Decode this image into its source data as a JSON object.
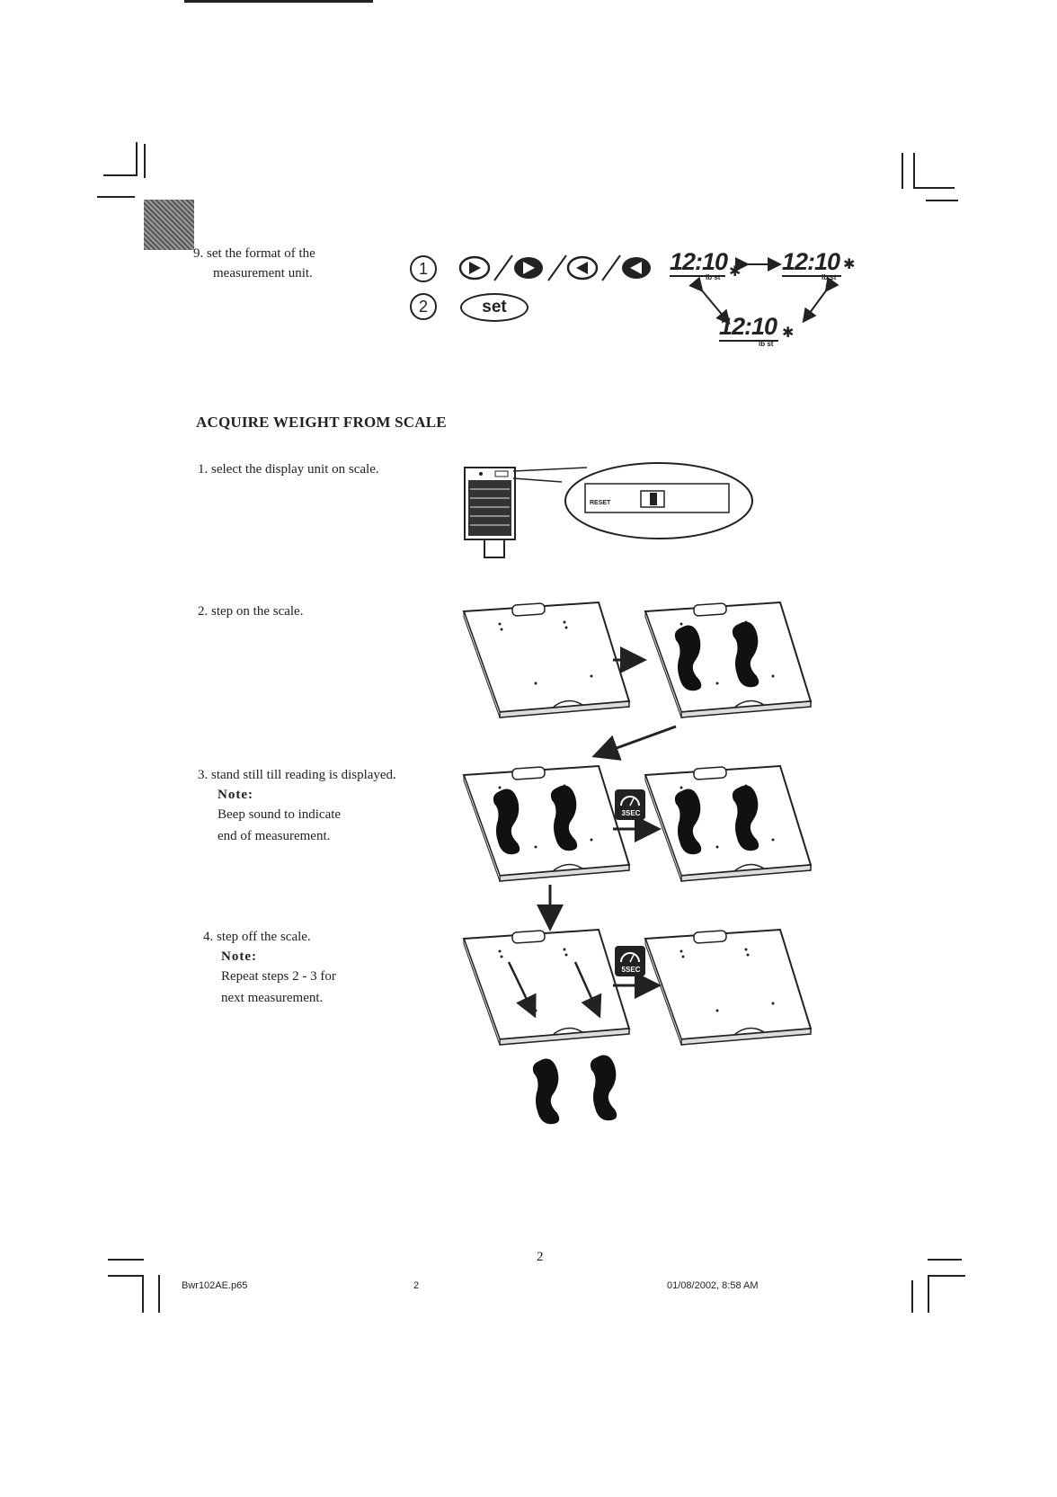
{
  "step9": {
    "number": "9.",
    "text_line1": "set the format of the",
    "text_line2": "measurement unit.",
    "circle_1": "1",
    "circle_2": "2",
    "set_button": "set",
    "lcd_time": "12:10",
    "lcd_units": "lb  st"
  },
  "section": {
    "heading": "ACQUIRE WEIGHT FROM SCALE",
    "steps": [
      {
        "number": "1.",
        "text": "select the display unit on scale."
      },
      {
        "number": "2.",
        "text": "step on the scale."
      },
      {
        "number": "3.",
        "text": "stand still till reading is displayed.",
        "note_label": "Note:",
        "note_line1": "Beep sound to indicate",
        "note_line2": "end of measurement."
      },
      {
        "number": "4.",
        "text": "step off the scale.",
        "note_label": "Note:",
        "note_line1": "Repeat steps 2 - 3 for",
        "note_line2": "next measurement."
      }
    ],
    "reset_label": "RESET",
    "timer_3": "3SEC",
    "timer_5": "5SEC"
  },
  "footer": {
    "page_center": "2",
    "filename": "Bwr102AE.p65",
    "page": "2",
    "datetime": "01/08/2002, 8:58 AM"
  }
}
